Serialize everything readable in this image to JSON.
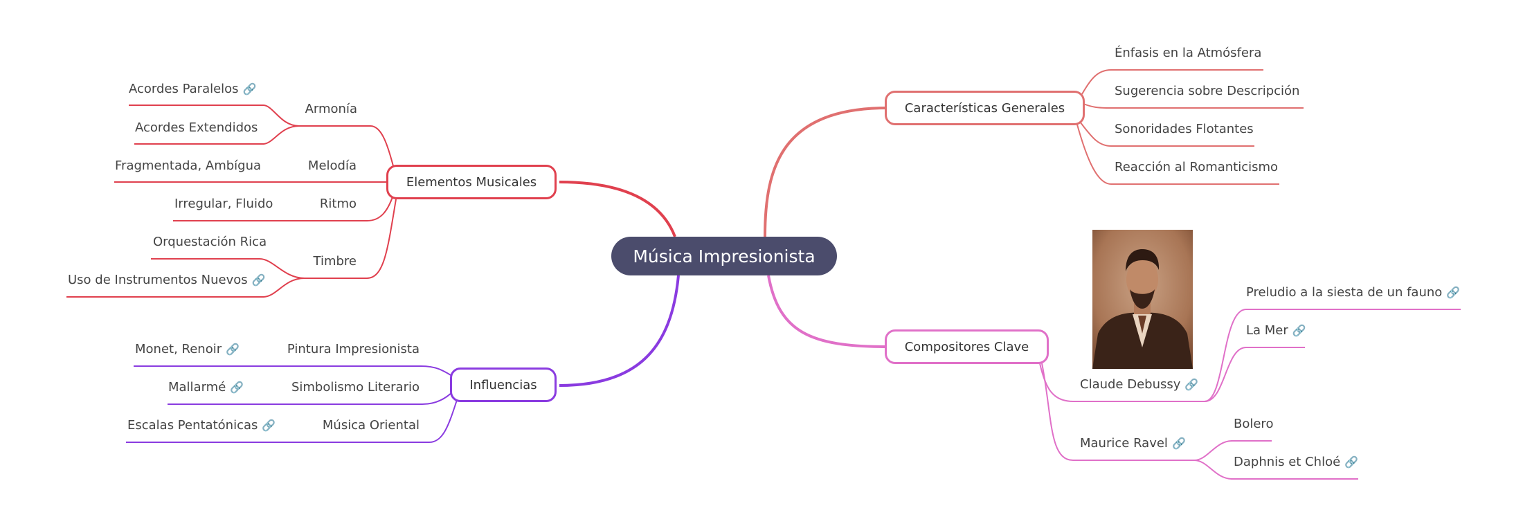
{
  "root": "Música Impresionista",
  "link_icon": "🔗",
  "colors": {
    "root_bg": "#4b4c6c",
    "elementos": "#e0404e",
    "influencias": "#8a3be0",
    "caracteristicas": "#e07070",
    "compositores": "#e070c8"
  },
  "elementos": {
    "label": "Elementos Musicales",
    "armonia": {
      "label": "Armonía",
      "items": [
        "Acordes Paralelos",
        "Acordes Extendidos"
      ]
    },
    "melodia": {
      "label": "Melodía",
      "items": [
        "Fragmentada, Ambígua"
      ]
    },
    "ritmo": {
      "label": "Ritmo",
      "items": [
        "Irregular, Fluido"
      ]
    },
    "timbre": {
      "label": "Timbre",
      "items": [
        "Orquestación Rica",
        "Uso de Instrumentos Nuevos"
      ]
    }
  },
  "influencias": {
    "label": "Influencias",
    "pintura": {
      "label": "Pintura Impresionista",
      "items": [
        "Monet, Renoir"
      ]
    },
    "simbolismo": {
      "label": "Simbolismo Literario",
      "items": [
        "Mallarmé"
      ]
    },
    "oriental": {
      "label": "Música Oriental",
      "items": [
        "Escalas Pentatónicas"
      ]
    }
  },
  "caracteristicas": {
    "label": "Características Generales",
    "items": [
      "Énfasis en la Atmósfera",
      "Sugerencia sobre Descripción",
      "Sonoridades Flotantes",
      "Reacción al Romanticismo"
    ]
  },
  "compositores": {
    "label": "Compositores Clave",
    "debussy": {
      "label": "Claude Debussy",
      "items": [
        "Preludio a la siesta de un fauno",
        "La Mer"
      ]
    },
    "ravel": {
      "label": "Maurice Ravel",
      "items": [
        "Bolero",
        "Daphnis et Chloé"
      ]
    }
  }
}
